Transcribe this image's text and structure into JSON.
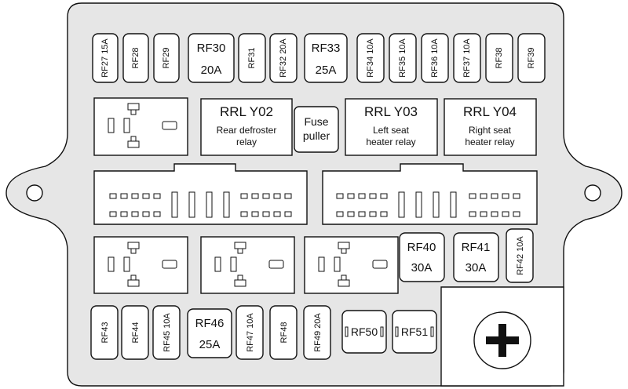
{
  "fuses_top": [
    {
      "label": "RF27 15A"
    },
    {
      "label": "RF28"
    },
    {
      "label": "RF29"
    },
    {
      "label": "RF30",
      "amp": "20A"
    },
    {
      "label": "RF31"
    },
    {
      "label": "RF32 20A"
    },
    {
      "label": "RF33",
      "amp": "25A"
    },
    {
      "label": "RF34 10A"
    },
    {
      "label": "RF35 10A"
    },
    {
      "label": "RF36 10A"
    },
    {
      "label": "RF37 10A"
    },
    {
      "label": "RF38"
    },
    {
      "label": "RF39"
    }
  ],
  "relays": [
    {
      "code": "RRL Y02",
      "desc": [
        "Rear defroster",
        "relay"
      ]
    },
    {
      "code": "RRL Y03",
      "desc": [
        "Left seat",
        "heater relay"
      ]
    },
    {
      "code": "RRL Y04",
      "desc": [
        "Right seat",
        "heater relay"
      ]
    }
  ],
  "fuse_puller": [
    "Fuse",
    "puller"
  ],
  "fuses_middle": [
    {
      "label": "RF40",
      "amp": "30A"
    },
    {
      "label": "RF41",
      "amp": "30A"
    },
    {
      "label": "RF42 10A"
    }
  ],
  "fuses_bottom": [
    {
      "label": "RF43"
    },
    {
      "label": "RF44"
    },
    {
      "label": "RF45 10A"
    },
    {
      "label": "RF46",
      "amp": "25A"
    },
    {
      "label": "RF47 10A"
    },
    {
      "label": "RF48"
    },
    {
      "label": "RF49 20A"
    },
    {
      "label": "RF50"
    },
    {
      "label": "RF51"
    }
  ],
  "colors": {
    "panel": "#e6e6e6",
    "element": "#ffffff",
    "line": "#111111"
  }
}
